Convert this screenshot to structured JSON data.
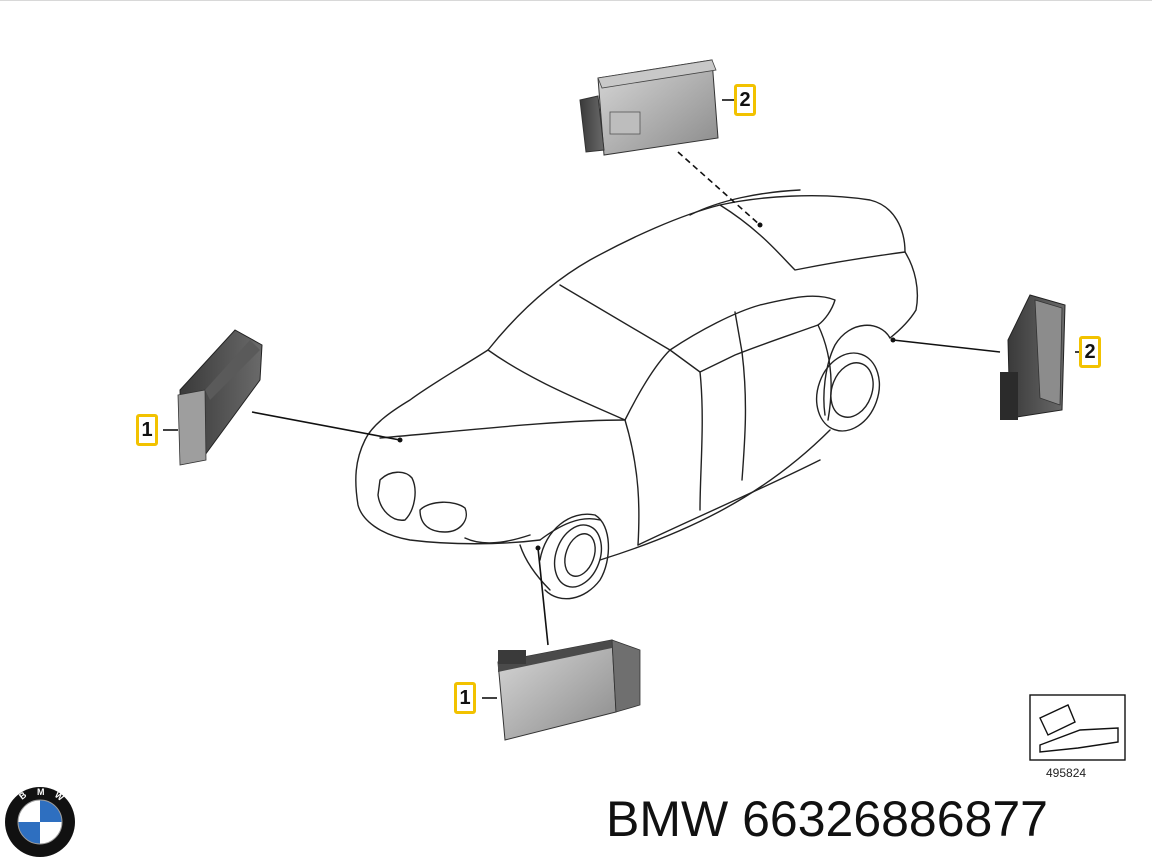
{
  "callouts": [
    {
      "id": "callout-2-top",
      "label": "2"
    },
    {
      "id": "callout-2-right",
      "label": "2"
    },
    {
      "id": "callout-1-left",
      "label": "1"
    },
    {
      "id": "callout-1-bottom",
      "label": "1"
    }
  ],
  "diagram_ref": "495824",
  "part_title": "BMW 66326886877",
  "brand": {
    "logo_letters": "BMW",
    "colors": {
      "blue": "#2e6fc0",
      "ring": "#111111"
    }
  },
  "accent_color": "#f2c200"
}
